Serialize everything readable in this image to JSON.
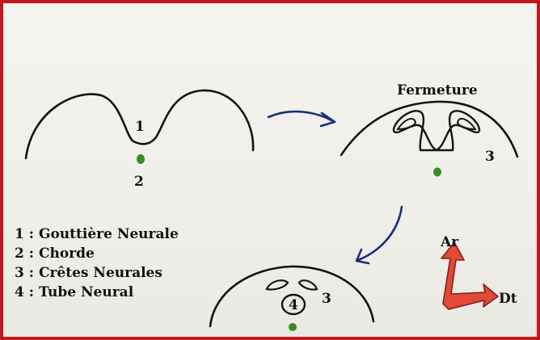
{
  "labels": {
    "stage1_number": "1",
    "chorde_number": "2",
    "fermeture_title": "Fermeture",
    "stage2_number": "3",
    "stage3_crest_number": "3",
    "stage3_tube_number": "4"
  },
  "legend": [
    {
      "text": "1 : Gouttière Neurale"
    },
    {
      "text": "2 : Chorde"
    },
    {
      "text": "3 : Crêtes Neurales"
    },
    {
      "text": "4 : Tube Neural"
    }
  ],
  "axes": {
    "up_label": "Ar",
    "right_label": "Dt"
  },
  "colors": {
    "frame": "#c4161c",
    "chorde": "#3a8a2a",
    "arrow_flow": "#1b2f7a",
    "axis_arrow": "#e04a3a"
  }
}
